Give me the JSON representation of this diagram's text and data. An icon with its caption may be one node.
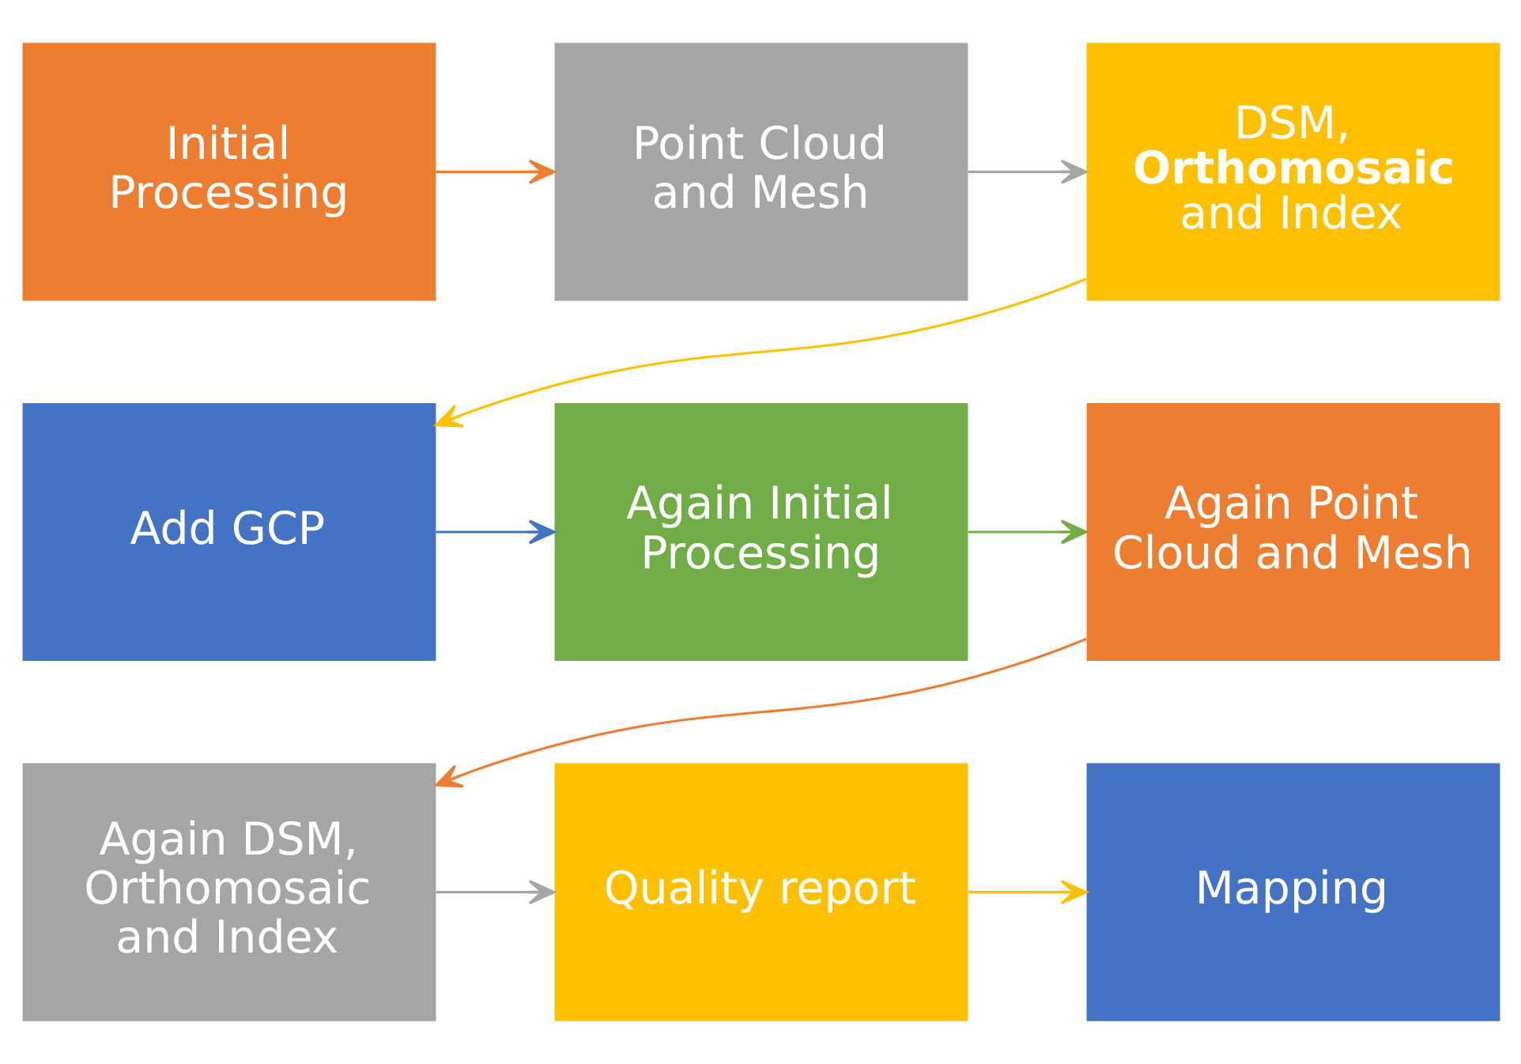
{
  "diagram": {
    "nodes": [
      {
        "text": [
          "Initial Processing"
        ]
      },
      {
        "text": [
          "Point Cloud and Mesh"
        ]
      },
      {
        "text": [
          "DSM, **Orthomosaic** and Index"
        ]
      },
      {
        "text": [
          "Add GCP"
        ]
      },
      {
        "text": [
          "Again Initial Processing"
        ]
      },
      {
        "text": [
          "Again Point Cloud and Mesh"
        ]
      },
      {
        "text": [
          "Again DSM, Orthomosaic and Index"
        ]
      },
      {
        "text": [
          "Quality report"
        ]
      },
      {
        "text": [
          "Mapping"
        ]
      }
    ],
    "edges": [
      {
        "from": 0,
        "to": 1,
        "arrow": "to",
        "color": "#ed7d31"
      },
      {
        "from": 1,
        "to": 2,
        "arrow": "to",
        "color": "#a5a5a5"
      },
      {
        "from": 2,
        "to": 3,
        "arrow": "to",
        "color": "#ffc000"
      },
      {
        "from": 3,
        "to": 4,
        "arrow": "to",
        "color": "#4472c4"
      },
      {
        "from": 4,
        "to": 5,
        "arrow": "to",
        "color": "#70ad47"
      },
      {
        "from": 5,
        "to": 6,
        "arrow": "to",
        "color": "#ed7d31"
      },
      {
        "from": 6,
        "to": 7,
        "arrow": "to",
        "color": "#a5a5a5"
      },
      {
        "from": 7,
        "to": 8,
        "arrow": "to",
        "color": "#ffc000"
      }
    ]
  }
}
